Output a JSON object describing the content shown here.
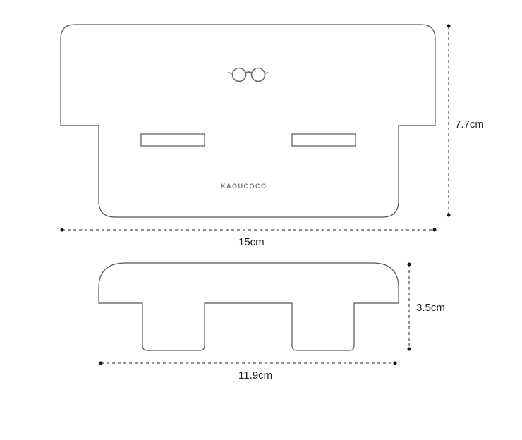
{
  "dimensions": {
    "top_height": "7.7cm",
    "top_width": "15cm",
    "bottom_height": "3.5cm",
    "bottom_width": "11.9cm"
  },
  "logo_text": "KAGŪCŌCŌ",
  "colors": {
    "outline": "#555555",
    "dimension": "#222222"
  }
}
